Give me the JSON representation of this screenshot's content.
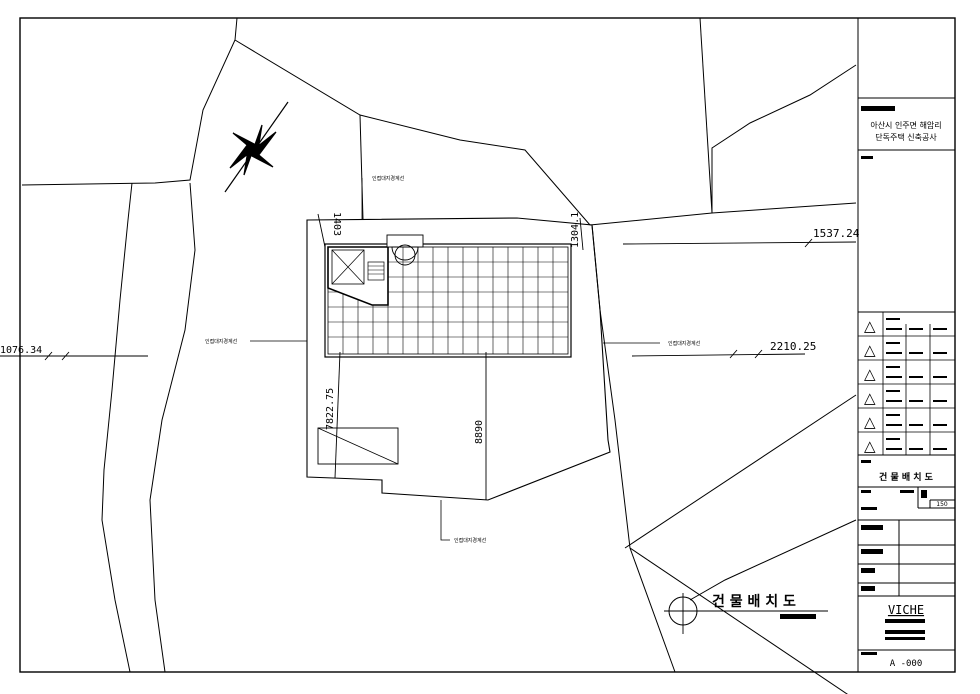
{
  "drawing": {
    "project_line1": "아산시 인주면 해암리",
    "project_line2": "단독주택 신축공사",
    "sheet_title": "건 물 배 치 도",
    "main_title": "건 물 배 치 도",
    "scale": "150",
    "firm": "VICHE",
    "sheet_no": "A -000"
  },
  "dimensions": {
    "d1": "1076.34",
    "d2": "1537.24",
    "d3": "2210.25",
    "d4": "1403",
    "d5": "1304.1",
    "d6": "7822.75",
    "d7": "8890"
  },
  "boundary_labels": {
    "top": "인접대지경계선",
    "left": "인접대지경계선",
    "right": "인접대지경계선",
    "bottom": "인접대지경계선"
  },
  "revisions": [
    {
      "mark": "△"
    },
    {
      "mark": "△"
    },
    {
      "mark": "△"
    },
    {
      "mark": "△"
    },
    {
      "mark": "△"
    },
    {
      "mark": "△"
    }
  ]
}
